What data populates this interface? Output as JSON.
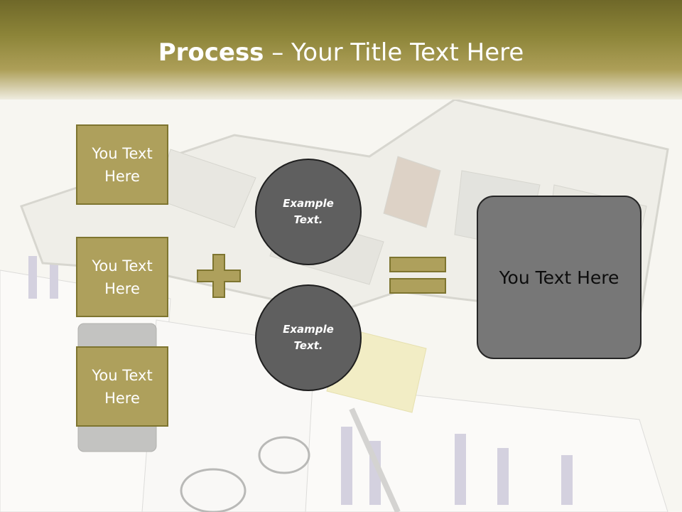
{
  "slide": {
    "title_bold": "Process",
    "title_rest": " – Your Title Text Here",
    "left_boxes": [
      {
        "label": "You Text Here"
      },
      {
        "label": "You Text Here"
      },
      {
        "label": "You Text Here"
      }
    ],
    "circles": [
      {
        "label": "Example Text."
      },
      {
        "label": "Example Text."
      }
    ],
    "result_label": "You Text Here",
    "colors": {
      "header_dark": "#6f6829",
      "olive_box": "#aea05c",
      "circle_fill": "#5f5f5f",
      "result_fill": "#777777"
    },
    "icons": [
      "plus-icon",
      "equals-icon"
    ]
  }
}
